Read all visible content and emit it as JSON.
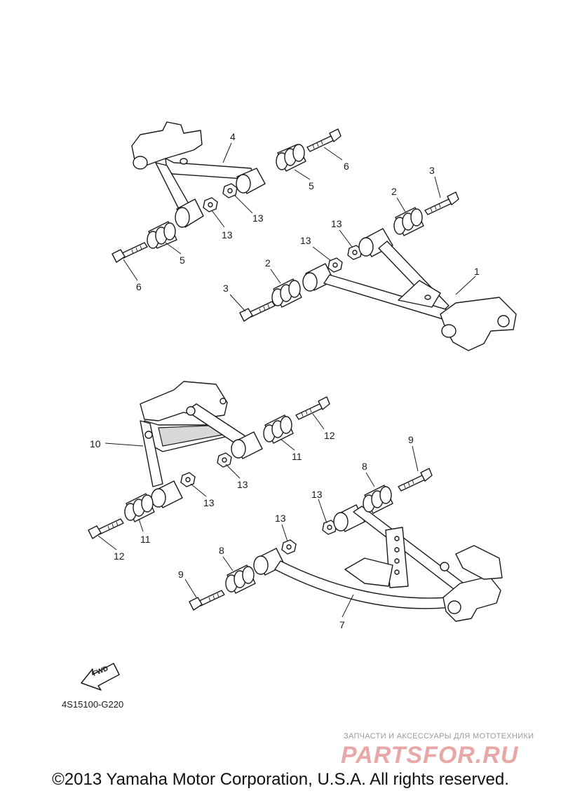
{
  "diagram": {
    "callouts": [
      "4",
      "6",
      "5",
      "3",
      "2",
      "13",
      "13",
      "5",
      "6",
      "13",
      "2",
      "3",
      "1",
      "13",
      "12",
      "10",
      "11",
      "9",
      "8",
      "13",
      "13",
      "11",
      "12",
      "13",
      "8",
      "9",
      "7",
      "13"
    ]
  },
  "fwd_arrow": {
    "label": "FWD"
  },
  "diagram_code": "4S15100-G220",
  "watermark": {
    "tagline": "ЗАПЧАСТИ И АКСЕССУАРЫ ДЛЯ МОТОТЕХНИКИ",
    "logo": "PARTSFOR.RU"
  },
  "copyright": "©2013 Yamaha Motor Corporation, U.S.A. All rights reserved."
}
